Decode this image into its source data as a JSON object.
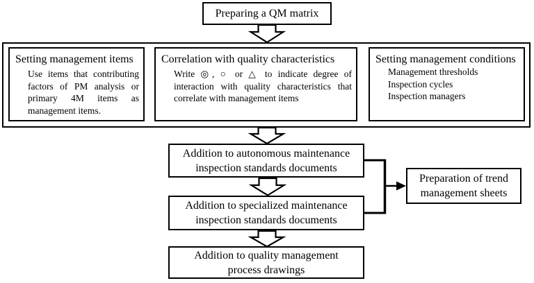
{
  "colors": {
    "border": "#000000",
    "background": "#ffffff",
    "text": "#000000"
  },
  "top_box": {
    "label": "Preparing a QM matrix"
  },
  "stage_row": {
    "management_items": {
      "title": "Setting management items",
      "body": "Use items that contributing factors of PM analysis or primary 4M items as management items."
    },
    "correlation": {
      "title": "Correlation with quality characteristics",
      "body": "Write ◎, ○ or △ to indicate degree of interaction with quality characteristics that correlate with management items"
    },
    "management_conditions": {
      "title": "Setting management conditions",
      "items": [
        "Management thresholds",
        "Inspection cycles",
        "Inspection managers"
      ]
    }
  },
  "flow": {
    "autonomous": {
      "line1": "Addition to autonomous maintenance",
      "line2": "inspection standards documents"
    },
    "specialized": {
      "line1": "Addition to specialized maintenance",
      "line2": "inspection standards documents"
    },
    "quality_drawings": {
      "line1": "Addition to quality management",
      "line2": "process drawings"
    },
    "trend_sheets": {
      "line1": "Preparation of trend",
      "line2": "management sheets"
    }
  }
}
